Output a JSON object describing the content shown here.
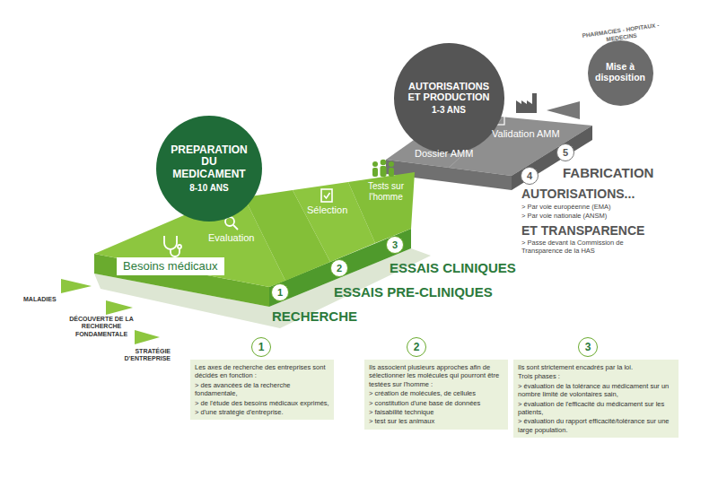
{
  "diagram": {
    "nodes": [
      {
        "text": [
          "PREPARATION DU MEDICAMENT",
          "8-10 ANS"
        ]
      },
      {
        "text": [
          "Besoins médicaux"
        ]
      },
      {
        "text": [
          "AUTORISATIONS ET PRODUCTION",
          "1-3 ANS"
        ]
      },
      {
        "text": [
          "Mise à disposition"
        ]
      },
      {
        "text": [
          "Les axes de recherche des entreprises sont décidés en fonction :",
          "> des avancées de la recherche fondamentale,",
          "> de l'étude des besoins médicaux exprimés,",
          "> d'une stratégie d'entreprise."
        ]
      },
      {
        "text": [
          "Ils associent plusieurs approches afin de sélectionner les molécules qui pourront être testées sur l'homme :",
          "> création de molécules, de cellules",
          "> constitution d'une base de données",
          "> faisabilité technique",
          "> test sur les animaux"
        ]
      },
      {
        "text": [
          "Ils sont strictement encadrés par la loi.",
          "Trois phases :",
          "> évaluation de la tolérance au médicament sur un nombre limité de volontaires sain,",
          "> évaluation de l'efficacité du médicament sur les patients,",
          "> évaluation du rapport efficacité/tolérance sur une large population."
        ]
      }
    ],
    "labels": [
      "MALADIES",
      "DÉCOUVERTE DE LA RECHERCHE FONDAMENTALE",
      "STRATÉGIE D'ENTREPRISE",
      "Evaluation",
      "Sélection",
      "Tests sur l'homme",
      "1",
      "RECHERCHE",
      "2",
      "ESSAIS PRE-CLINIQUES",
      "3",
      "ESSAIS CLINIQUES",
      "Dossier AMM",
      "Validation AMM",
      "PHARMACIES - HOPITAUX - MEDECINS",
      "5",
      "FABRICATION",
      "4",
      "AUTORISATIONS...",
      "> Par voie européenne (EMA)",
      "> Par voie nationale (ANSM)",
      "ET TRANSPARENCE",
      "> Passe devant la Commission de Transparence de la HAS",
      "1",
      "2",
      "3"
    ]
  }
}
